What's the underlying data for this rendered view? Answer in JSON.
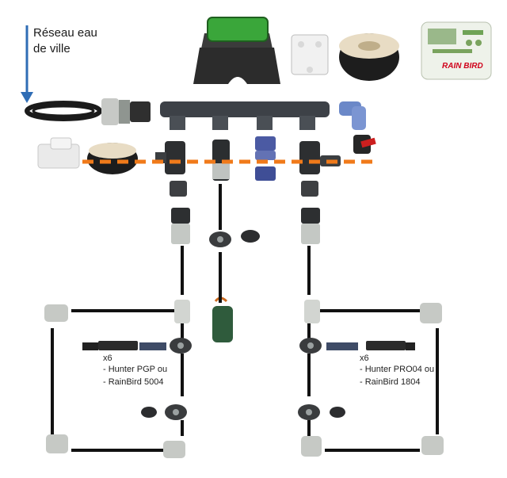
{
  "network_label_line1": "Réseau eau",
  "network_label_line2": "de ville",
  "left_group": {
    "quantity": "x6",
    "option1": "-  Hunter PGP ou",
    "option2": "-  RainBird 5004"
  },
  "right_group": {
    "quantity": "x6",
    "option1": "-  Hunter PRO04 ou",
    "option2": "-  RainBird 1804"
  },
  "controller_brand": "RAIN BIRD",
  "colors": {
    "arrow": "#2f6db5",
    "pipe": "#111111",
    "dashed_line": "#f07a1a",
    "box_lid": "#3aa63a",
    "valve_handle": "#cc1f1f"
  }
}
